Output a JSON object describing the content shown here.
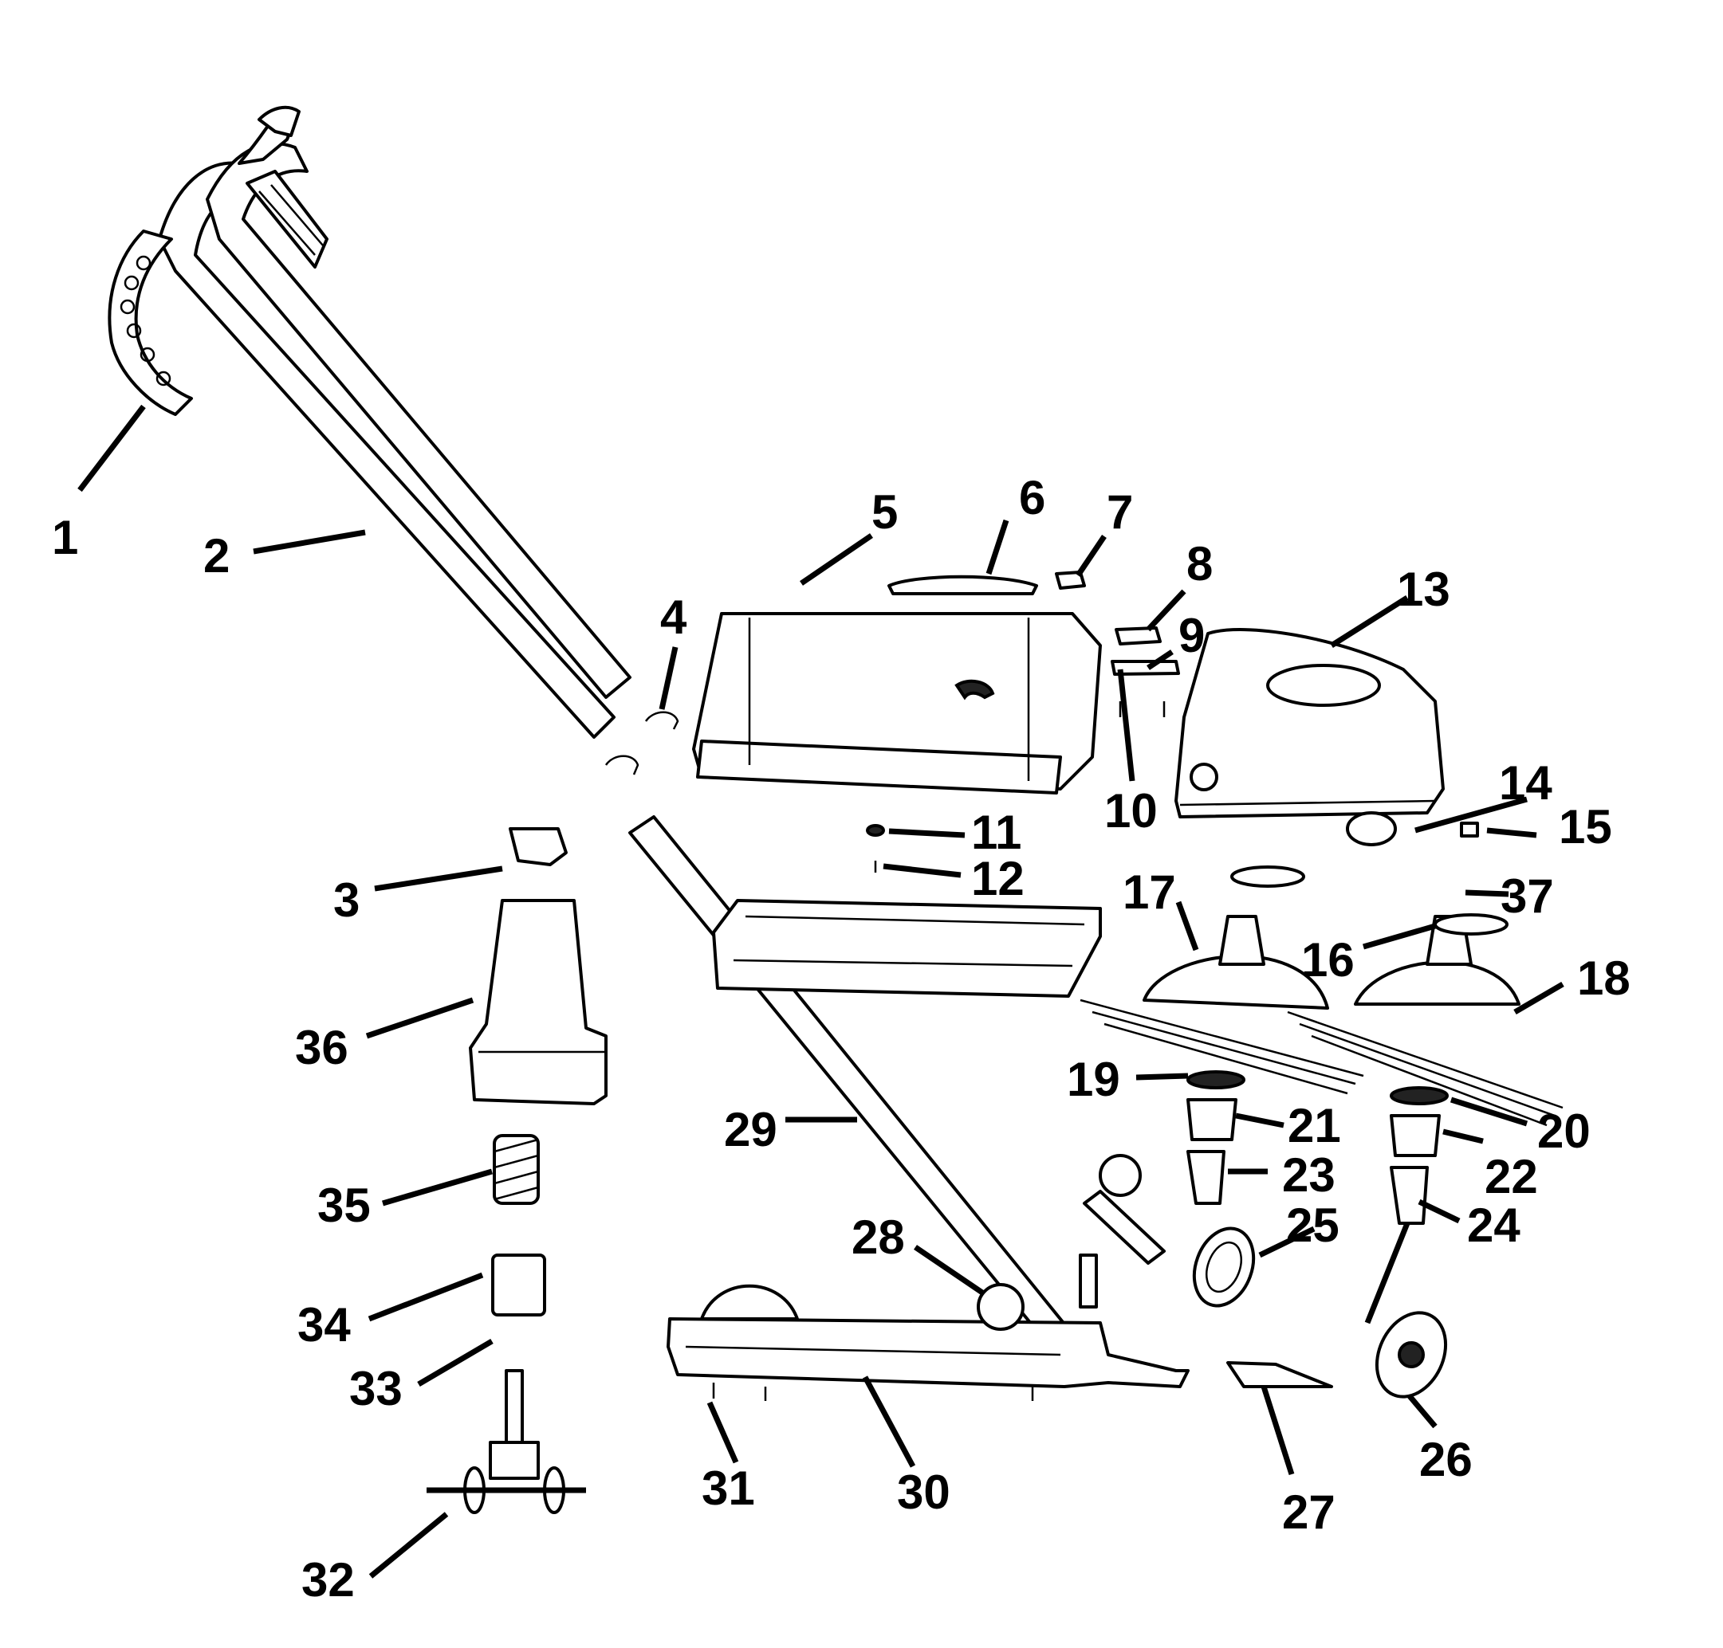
{
  "parts": [
    {
      "id": "1",
      "label": "1"
    },
    {
      "id": "2",
      "label": "2"
    },
    {
      "id": "3",
      "label": "3"
    },
    {
      "id": "4",
      "label": "4"
    },
    {
      "id": "5",
      "label": "5"
    },
    {
      "id": "6",
      "label": "6"
    },
    {
      "id": "7",
      "label": "7"
    },
    {
      "id": "8",
      "label": "8"
    },
    {
      "id": "9",
      "label": "9"
    },
    {
      "id": "10",
      "label": "10"
    },
    {
      "id": "11",
      "label": "11"
    },
    {
      "id": "12",
      "label": "12"
    },
    {
      "id": "13",
      "label": "13"
    },
    {
      "id": "14",
      "label": "14"
    },
    {
      "id": "15",
      "label": "15"
    },
    {
      "id": "16",
      "label": "16"
    },
    {
      "id": "17",
      "label": "17"
    },
    {
      "id": "18",
      "label": "18"
    },
    {
      "id": "19",
      "label": "19"
    },
    {
      "id": "20",
      "label": "20"
    },
    {
      "id": "21",
      "label": "21"
    },
    {
      "id": "22",
      "label": "22"
    },
    {
      "id": "23",
      "label": "23"
    },
    {
      "id": "24",
      "label": "24"
    },
    {
      "id": "25",
      "label": "25"
    },
    {
      "id": "26",
      "label": "26"
    },
    {
      "id": "27",
      "label": "27"
    },
    {
      "id": "28",
      "label": "28"
    },
    {
      "id": "29",
      "label": "29"
    },
    {
      "id": "30",
      "label": "30"
    },
    {
      "id": "31",
      "label": "31"
    },
    {
      "id": "32",
      "label": "32"
    },
    {
      "id": "33",
      "label": "33"
    },
    {
      "id": "34",
      "label": "34"
    },
    {
      "id": "35",
      "label": "35"
    },
    {
      "id": "36",
      "label": "36"
    },
    {
      "id": "37",
      "label": "37"
    }
  ]
}
